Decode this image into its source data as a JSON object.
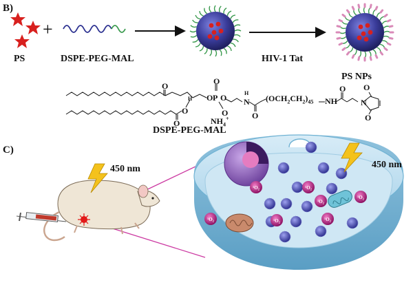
{
  "panel_b": {
    "label": "B)",
    "ps_label": "PS",
    "plus": "+",
    "dspe_label": "DSPE-PEG-MAL",
    "tat_label": "HIV-1 Tat",
    "product_label": "PS NPs",
    "structure_caption": "DSPE-PEG-MAL",
    "structure": {
      "carbonyl_o_top": "O",
      "ester_o": "O",
      "h_stereo": "H",
      "ester_o_lower": "O",
      "carbonyl_o_lower": "O",
      "phos_o_top": "O",
      "phos_o_minus": "O",
      "p_atom": "P",
      "phos_o_link": "O",
      "nh4": "NH",
      "nh4_sub": "4",
      "nh4_sup": "+",
      "n_h": "H",
      "n_atom": "N",
      "carbamate_o": "O",
      "carbamate_o_top": "O",
      "peg": "(OCH",
      "peg_sub": "2",
      "peg_mid": "CH",
      "peg_sub2": "2",
      "peg_close": ")",
      "peg_n": "45",
      "nh_end": "NH",
      "amide_o": "O",
      "mal_o_top": "O",
      "mal_o_bottom": "O",
      "mal_n": "N"
    }
  },
  "panel_c": {
    "label": "C)",
    "light_mouse": "450 nm",
    "light_cell": "450 nm",
    "singlet_oxygen": "¹O₂"
  },
  "colors": {
    "np_core": "#3a3c9a",
    "ps_red": "#d8201e",
    "peg_green": "#3a9a4e",
    "tat_pink": "#d98ab8",
    "cell_blue": "#b7dcef",
    "ros_magenta": "#b0227e",
    "bolt_yellow": "#f4c21c",
    "connector_pink": "#cc3aa2"
  }
}
